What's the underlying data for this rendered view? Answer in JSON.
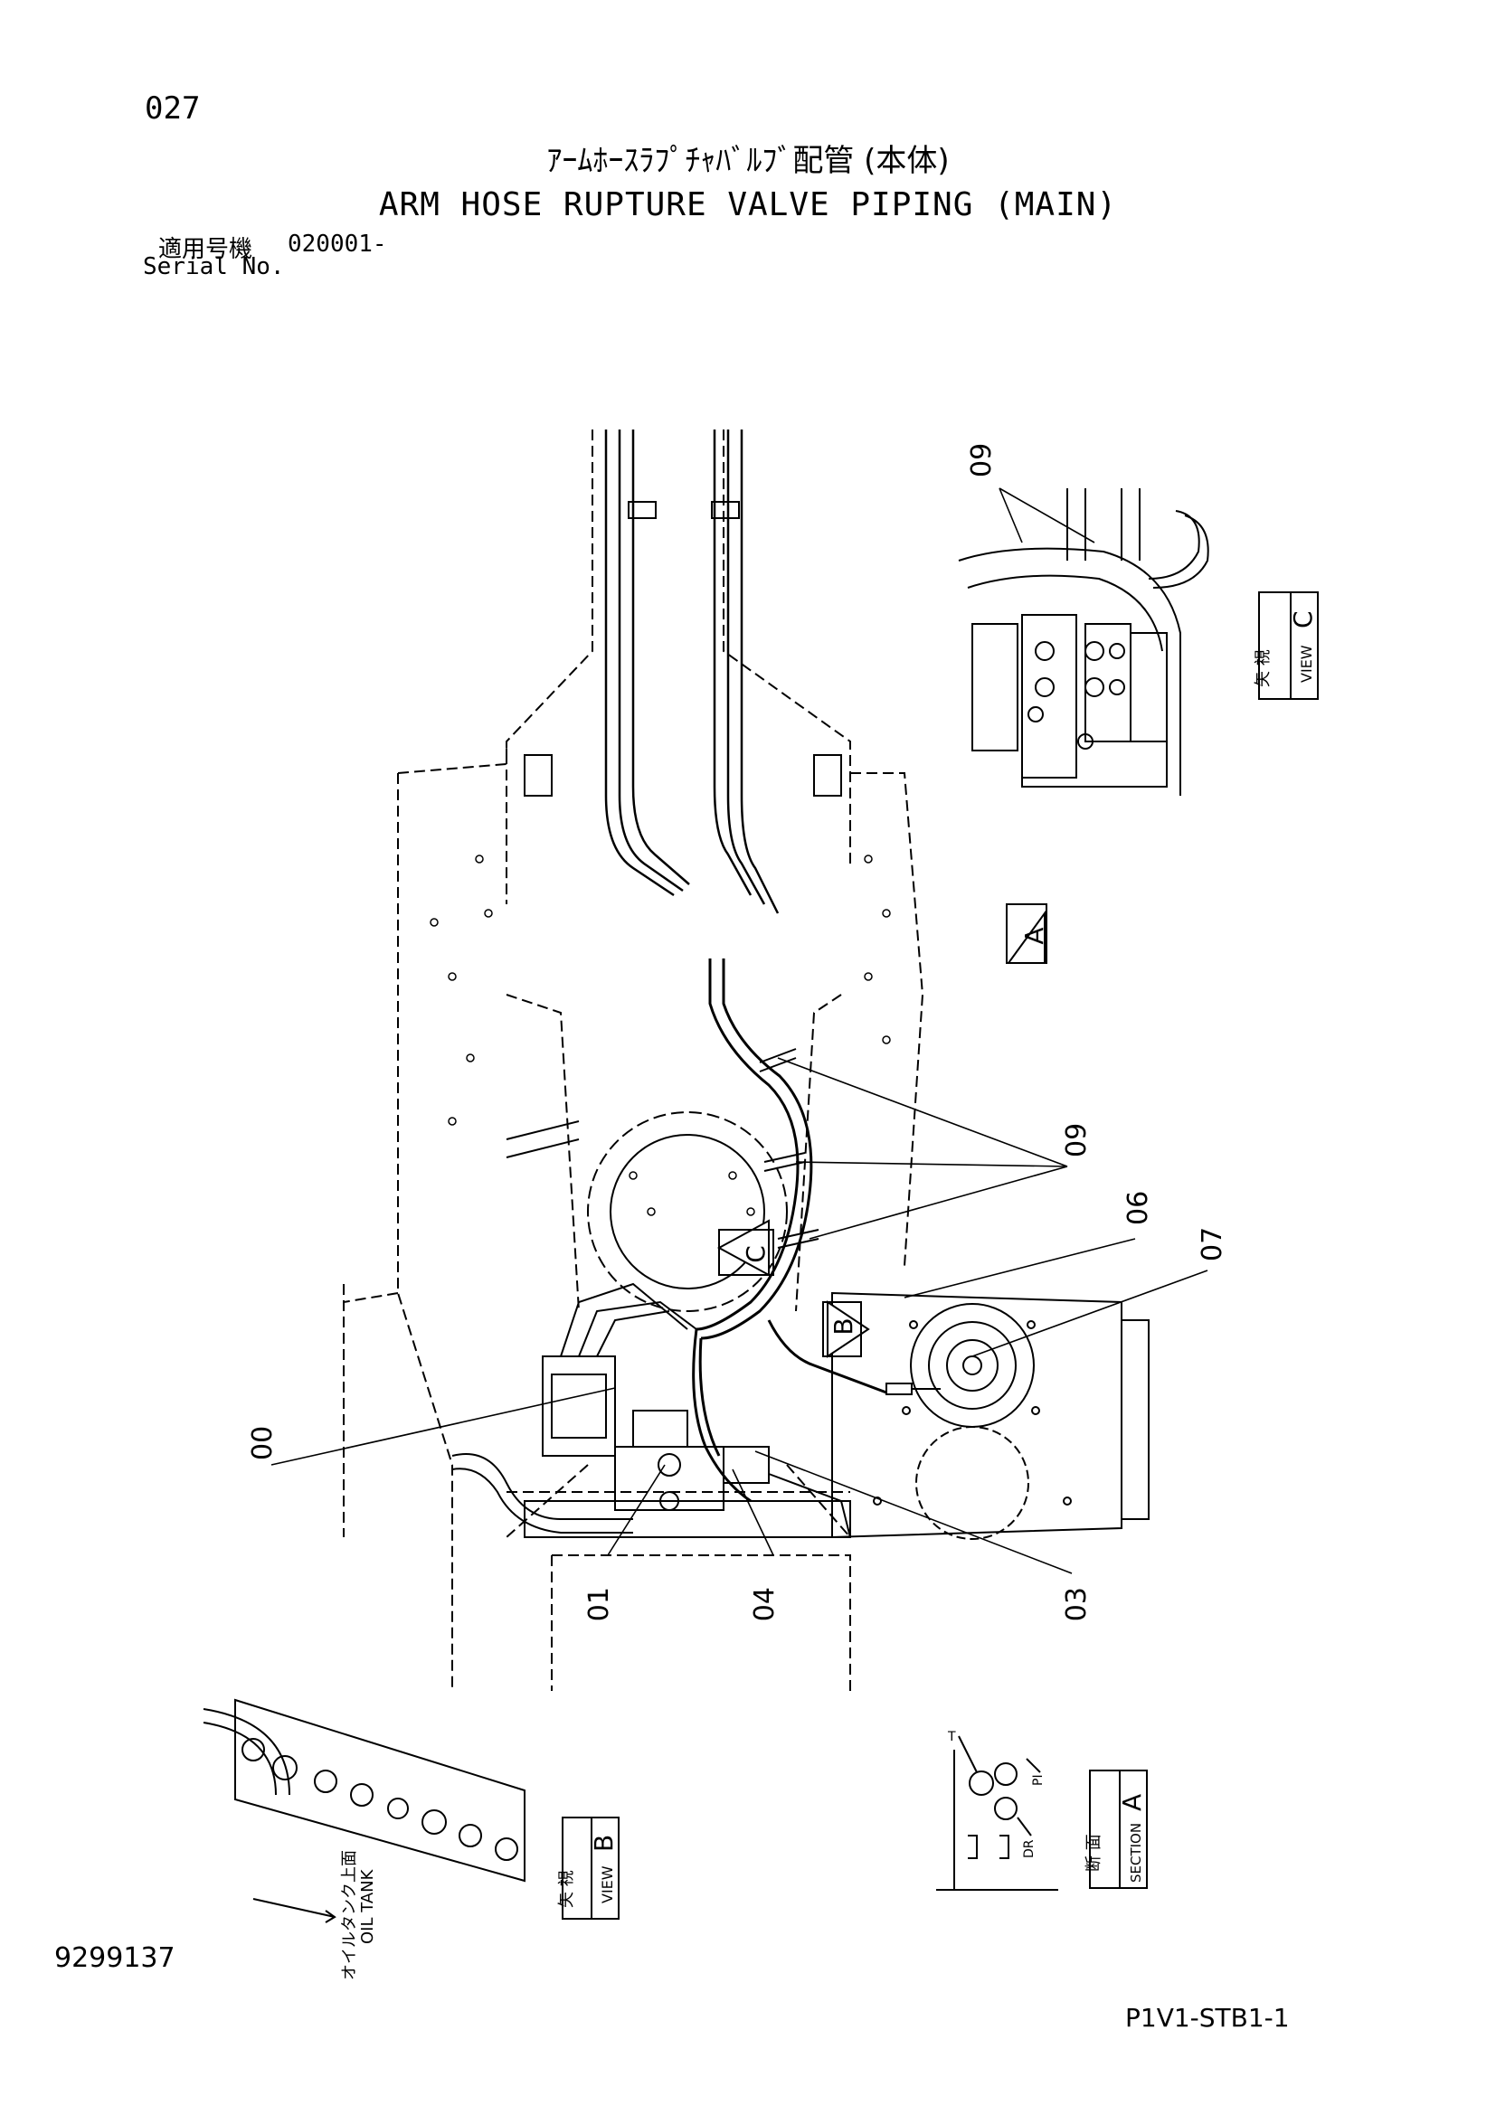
{
  "header": {
    "page_number": "027",
    "title_jp": "ｱｰﾑﾎｰｽﾗﾌﾟﾁｬﾊﾞﾙﾌﾞ配管 (本体)",
    "title_en": "ARM HOSE RUPTURE VALVE PIPING (MAIN)",
    "serial_jp": "適用号機",
    "serial_value": "020001-",
    "serial_en": "Serial No."
  },
  "callouts": {
    "c00": "00",
    "c01": "01",
    "c03": "03",
    "c04": "04",
    "c06": "06",
    "c07": "07",
    "c09_main": "09",
    "c09_view": "09"
  },
  "view_markers": {
    "A": "A",
    "B": "B",
    "C": "C"
  },
  "view_boxes": {
    "view_c": {
      "jp": "矢 視",
      "en": "VIEW",
      "letter": "C"
    },
    "view_b": {
      "jp": "矢 視",
      "en": "VIEW",
      "letter": "B"
    },
    "section_a": {
      "jp": "断 面",
      "en": "SECTION",
      "letter": "A"
    }
  },
  "port_labels": {
    "t": "T",
    "pi": "PI",
    "dr": "DR"
  },
  "oil_tank": {
    "jp": "オイルタンク上面",
    "en": "OIL TANK"
  },
  "footer": {
    "doc_number": "9299137",
    "drawing_code": "P1V1-STB1-1"
  }
}
